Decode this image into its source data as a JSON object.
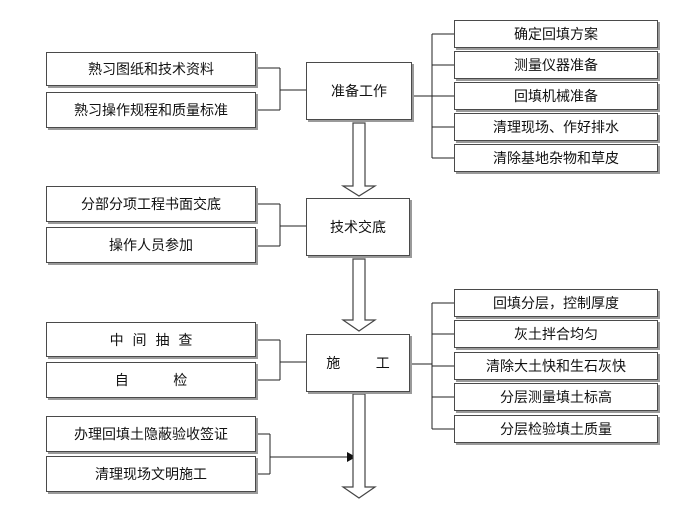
{
  "stages": {
    "prep": "准备工作",
    "tech": "技术交底",
    "construct": "施        工"
  },
  "prep_left": [
    "熟习图纸和技术资料",
    "熟习操作规程和质量标准"
  ],
  "prep_right": [
    "确定回填方案",
    "测量仪器准备",
    "回填机械准备",
    "清理现场、作好排水",
    "清除基地杂物和草皮"
  ],
  "tech_left": [
    "分部分项工程书面交底",
    "操作人员参加"
  ],
  "construct_left_top": [
    "中  间  抽  查",
    "自          检"
  ],
  "construct_left_bottom": [
    "办理回填土隐蔽验收签证",
    "清理现场文明施工"
  ],
  "construct_right": [
    "回填分层，控制厚度",
    "灰土拌合均匀",
    "清除大土快和生石灰快",
    "分层测量填土标高",
    "分层检验填土质量"
  ]
}
